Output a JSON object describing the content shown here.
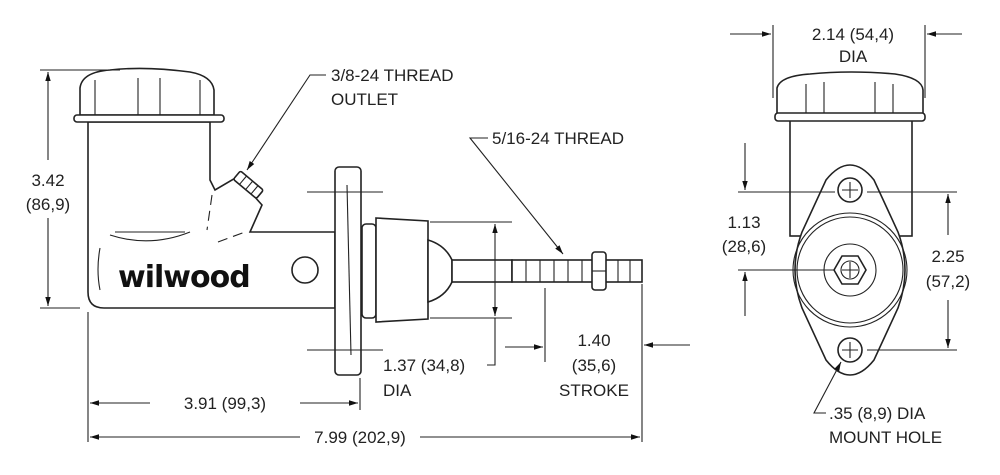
{
  "brand": "wilwood",
  "side_view": {
    "outlet_label": [
      "3/8-24 THREAD",
      "OUTLET"
    ],
    "pushrod_label": "5/16-24 THREAD",
    "height_dim": [
      "3.42",
      "(86,9)"
    ],
    "bore_dim": [
      "1.37 (34,8)",
      "DIA"
    ],
    "stroke_dim": [
      "1.40",
      "(35,6)",
      "STROKE"
    ],
    "mount_depth_dim": "3.91 (99,3)",
    "overall_length_dim": "7.99 (202,9)"
  },
  "end_view": {
    "reservoir_dia_dim": [
      "2.14 (54,4)",
      "DIA"
    ],
    "center_offset_dim": [
      "1.13",
      "(28,6)"
    ],
    "hole_spacing_dim": [
      "2.25",
      "(57,2)"
    ],
    "mount_hole_label": [
      ".35 (8,9) DIA",
      "MOUNT HOLE"
    ]
  }
}
